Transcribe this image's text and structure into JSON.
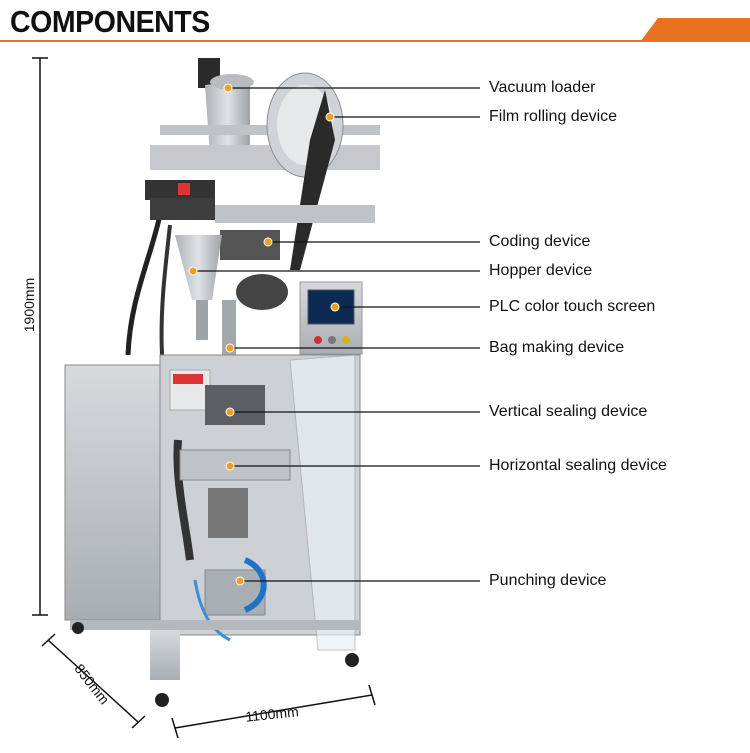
{
  "header": {
    "title": "COMPONENTS",
    "accent_color": "#e8721f"
  },
  "components": [
    {
      "label": "Vacuum loader"
    },
    {
      "label": "Film rolling device"
    },
    {
      "label": "Coding device"
    },
    {
      "label": "Hopper device"
    },
    {
      "label": "PLC color touch screen"
    },
    {
      "label": "Bag making device"
    },
    {
      "label": "Vertical sealing device"
    },
    {
      "label": "Horizontal sealing device"
    },
    {
      "label": "Punching device"
    }
  ],
  "dimensions": {
    "height": "1900mm",
    "width": "1100mm",
    "depth": "850mm"
  },
  "colors": {
    "marker": "#f0a020",
    "line": "#111111",
    "steel": "#c9cdd1"
  }
}
